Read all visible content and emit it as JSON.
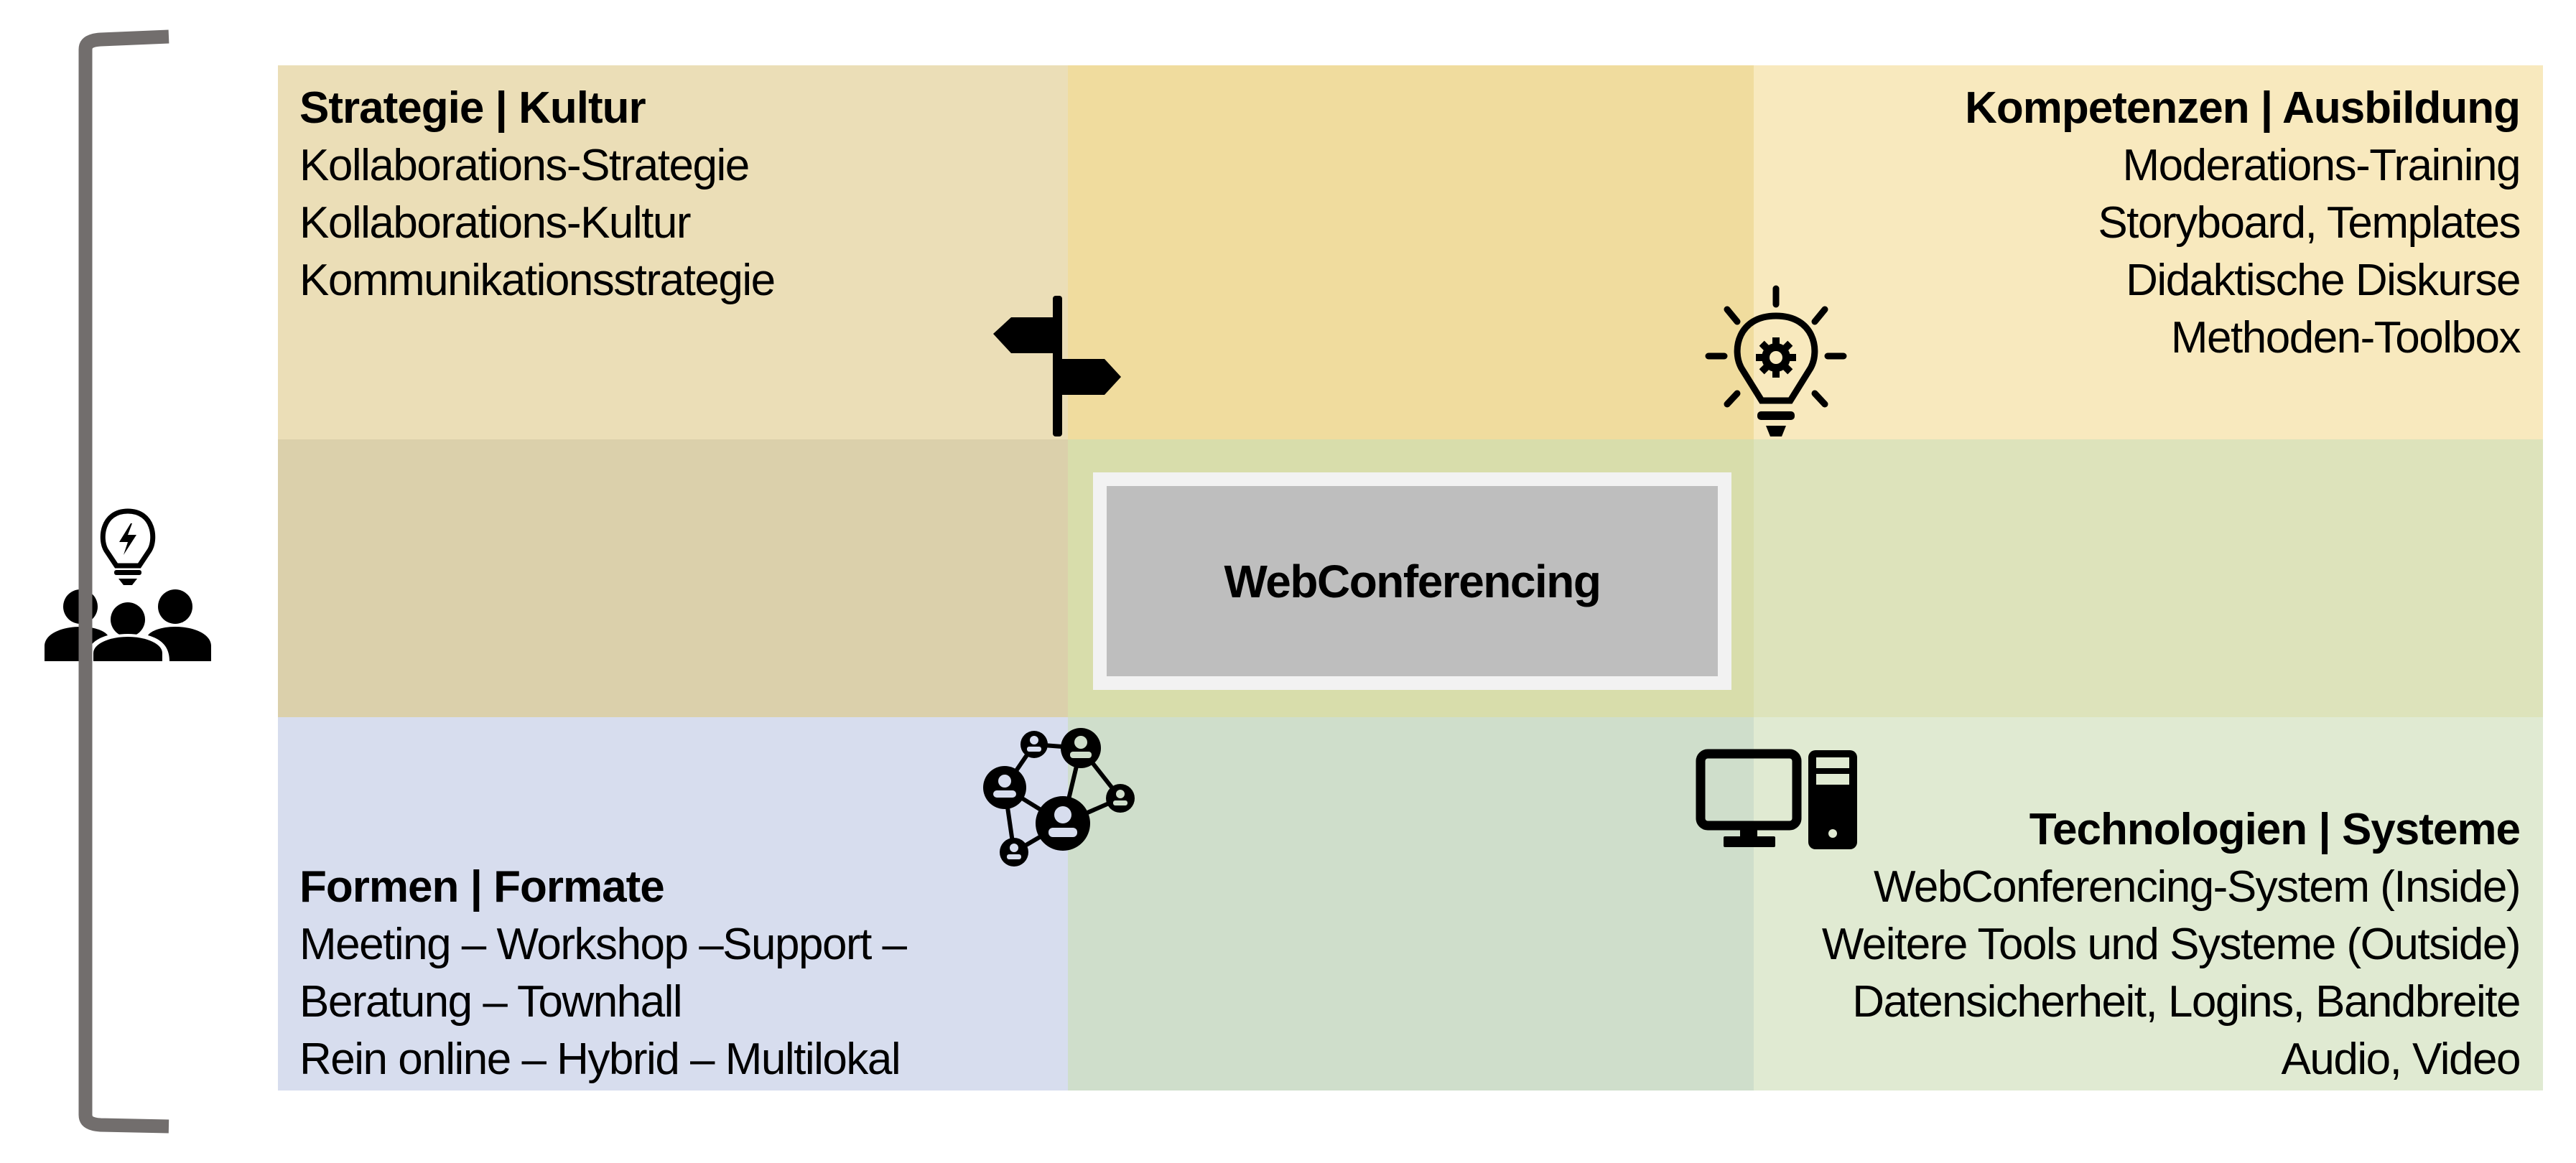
{
  "center": {
    "label": "WebConferencing"
  },
  "quadrants": {
    "top_left": {
      "title": "Strategie | Kultur",
      "items": [
        "Kollaborations-Strategie",
        "Kollaborations-Kultur",
        "Kommunikationsstrategie"
      ],
      "icon": "signpost-icon"
    },
    "top_right": {
      "title": "Kompetenzen | Ausbildung",
      "items": [
        "Moderations-Training",
        "Storyboard, Templates",
        "Didaktische Diskurse",
        "Methoden-Toolbox"
      ],
      "icon": "lightbulb-gear-icon"
    },
    "bottom_left": {
      "title": "Formen | Formate",
      "items": [
        "Meeting – Workshop –Support –",
        "Beratung – Townhall",
        "Rein online – Hybrid – Multilokal"
      ],
      "icon": "network-people-icon"
    },
    "bottom_right": {
      "title": "Technologien | Systeme",
      "items": [
        "WebConferencing-System (Inside)",
        "Weitere Tools und Systeme (Outside)",
        "Datensicherheit, Logins, Bandbreite",
        "Audio, Video"
      ],
      "icon": "computer-icon"
    }
  },
  "side": {
    "icon": "team-idea-icon"
  },
  "colors": {
    "top_left": "#EBDEB7",
    "top_center": "#F0DC9E",
    "top_right": "#F8E9BE",
    "mid_left": "#DBD0AB",
    "mid_center": "#D8DDAB",
    "mid_right": "#DDE3BB",
    "bottom_left": "#D7DDEE",
    "bottom_center": "#CFDECB",
    "bottom_right": "#E0EAD2",
    "bracket": "#726E6D",
    "center_box": "#BEBEBE",
    "center_border": "#F2F2F2"
  }
}
